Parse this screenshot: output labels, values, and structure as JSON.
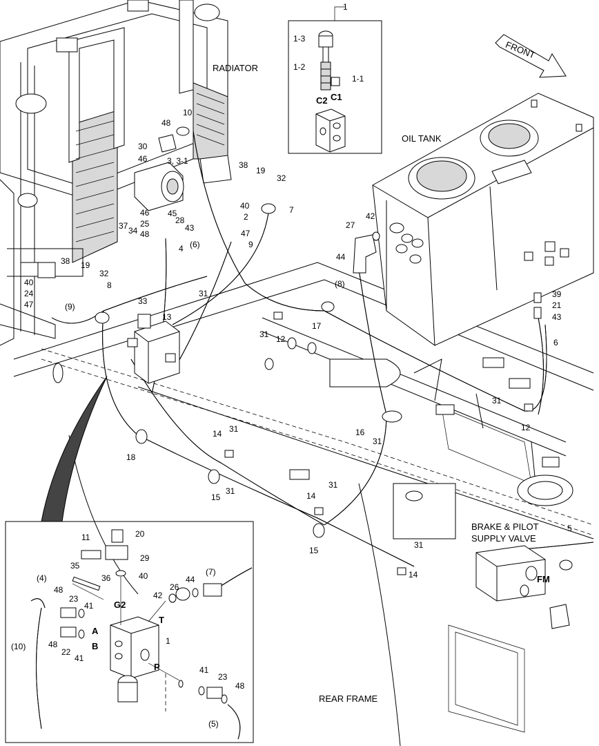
{
  "captions": {
    "radiator": "RADIATOR",
    "front": "FRONT",
    "oil_tank": "OIL TANK",
    "brake_valve_line1": "BRAKE & PILOT",
    "brake_valve_line2": "SUPPLY VALVE",
    "rear_frame": "REAR FRAME",
    "fm_port": "FM"
  },
  "detail_top": {
    "label_1": "1",
    "label_1_3": "1-3",
    "label_1_2": "1-2",
    "label_1_1": "1-1",
    "port_c2": "C2",
    "port_c1": "C1"
  },
  "main_labels": [
    {
      "id": "10",
      "text": "10"
    },
    {
      "id": "48",
      "text": "48"
    },
    {
      "id": "30",
      "text": "30"
    },
    {
      "id": "46a",
      "text": "46"
    },
    {
      "id": "3",
      "text": "3, 3-1"
    },
    {
      "id": "38a",
      "text": "38"
    },
    {
      "id": "19a",
      "text": "19"
    },
    {
      "id": "32a",
      "text": "32"
    },
    {
      "id": "40a",
      "text": "40"
    },
    {
      "id": "7",
      "text": "7"
    },
    {
      "id": "46b",
      "text": "46"
    },
    {
      "id": "45",
      "text": "45"
    },
    {
      "id": "2",
      "text": "2"
    },
    {
      "id": "25",
      "text": "25"
    },
    {
      "id": "28",
      "text": "28"
    },
    {
      "id": "37",
      "text": "37"
    },
    {
      "id": "34",
      "text": "34"
    },
    {
      "id": "48b",
      "text": "48"
    },
    {
      "id": "43a",
      "text": "43"
    },
    {
      "id": "47a",
      "text": "47"
    },
    {
      "id": "9",
      "text": "9"
    },
    {
      "id": "4",
      "text": "4"
    },
    {
      "id": "6p",
      "text": "(6)"
    },
    {
      "id": "38b",
      "text": "38"
    },
    {
      "id": "19b",
      "text": "19"
    },
    {
      "id": "32b",
      "text": "32"
    },
    {
      "id": "40b",
      "text": "40"
    },
    {
      "id": "8",
      "text": "8"
    },
    {
      "id": "24",
      "text": "24"
    },
    {
      "id": "47b",
      "text": "47"
    },
    {
      "id": "9p",
      "text": "(9)"
    },
    {
      "id": "33",
      "text": "33"
    },
    {
      "id": "31a",
      "text": "31"
    },
    {
      "id": "13",
      "text": "13"
    },
    {
      "id": "27",
      "text": "27"
    },
    {
      "id": "42",
      "text": "42"
    },
    {
      "id": "44",
      "text": "44"
    },
    {
      "id": "8p",
      "text": "(8)"
    },
    {
      "id": "17",
      "text": "17"
    },
    {
      "id": "31b",
      "text": "31"
    },
    {
      "id": "12a",
      "text": "12"
    },
    {
      "id": "39",
      "text": "39"
    },
    {
      "id": "21",
      "text": "21"
    },
    {
      "id": "43b",
      "text": "43"
    },
    {
      "id": "6",
      "text": "6"
    },
    {
      "id": "31c",
      "text": "31"
    },
    {
      "id": "12b",
      "text": "12"
    },
    {
      "id": "16",
      "text": "16"
    },
    {
      "id": "31d",
      "text": "31"
    },
    {
      "id": "14a",
      "text": "14"
    },
    {
      "id": "31e",
      "text": "31"
    },
    {
      "id": "18",
      "text": "18"
    },
    {
      "id": "15a",
      "text": "15"
    },
    {
      "id": "31f",
      "text": "31"
    },
    {
      "id": "31g",
      "text": "31"
    },
    {
      "id": "14b",
      "text": "14"
    },
    {
      "id": "15b",
      "text": "15"
    },
    {
      "id": "31h",
      "text": "31"
    },
    {
      "id": "14c",
      "text": "14"
    },
    {
      "id": "5",
      "text": "5"
    }
  ],
  "inset_labels": [
    {
      "id": "i11",
      "text": "11"
    },
    {
      "id": "i20",
      "text": "20"
    },
    {
      "id": "i29",
      "text": "29"
    },
    {
      "id": "i40",
      "text": "40"
    },
    {
      "id": "i35",
      "text": "35"
    },
    {
      "id": "i36",
      "text": "36"
    },
    {
      "id": "i7p",
      "text": "(7)"
    },
    {
      "id": "i4p",
      "text": "(4)"
    },
    {
      "id": "i48a",
      "text": "48"
    },
    {
      "id": "i23a",
      "text": "23"
    },
    {
      "id": "i41a",
      "text": "41"
    },
    {
      "id": "i26",
      "text": "26"
    },
    {
      "id": "i44",
      "text": "44"
    },
    {
      "id": "i42",
      "text": "42"
    },
    {
      "id": "iG2",
      "text": "G2"
    },
    {
      "id": "iT",
      "text": "T"
    },
    {
      "id": "iA",
      "text": "A"
    },
    {
      "id": "iB",
      "text": "B"
    },
    {
      "id": "i1",
      "text": "1"
    },
    {
      "id": "i10p",
      "text": "(10)"
    },
    {
      "id": "i48b",
      "text": "48"
    },
    {
      "id": "i22",
      "text": "22"
    },
    {
      "id": "i41b",
      "text": "41"
    },
    {
      "id": "iP",
      "text": "P"
    },
    {
      "id": "i41c",
      "text": "41"
    },
    {
      "id": "i23b",
      "text": "23"
    },
    {
      "id": "i48c",
      "text": "48"
    },
    {
      "id": "i5p",
      "text": "(5)"
    }
  ]
}
